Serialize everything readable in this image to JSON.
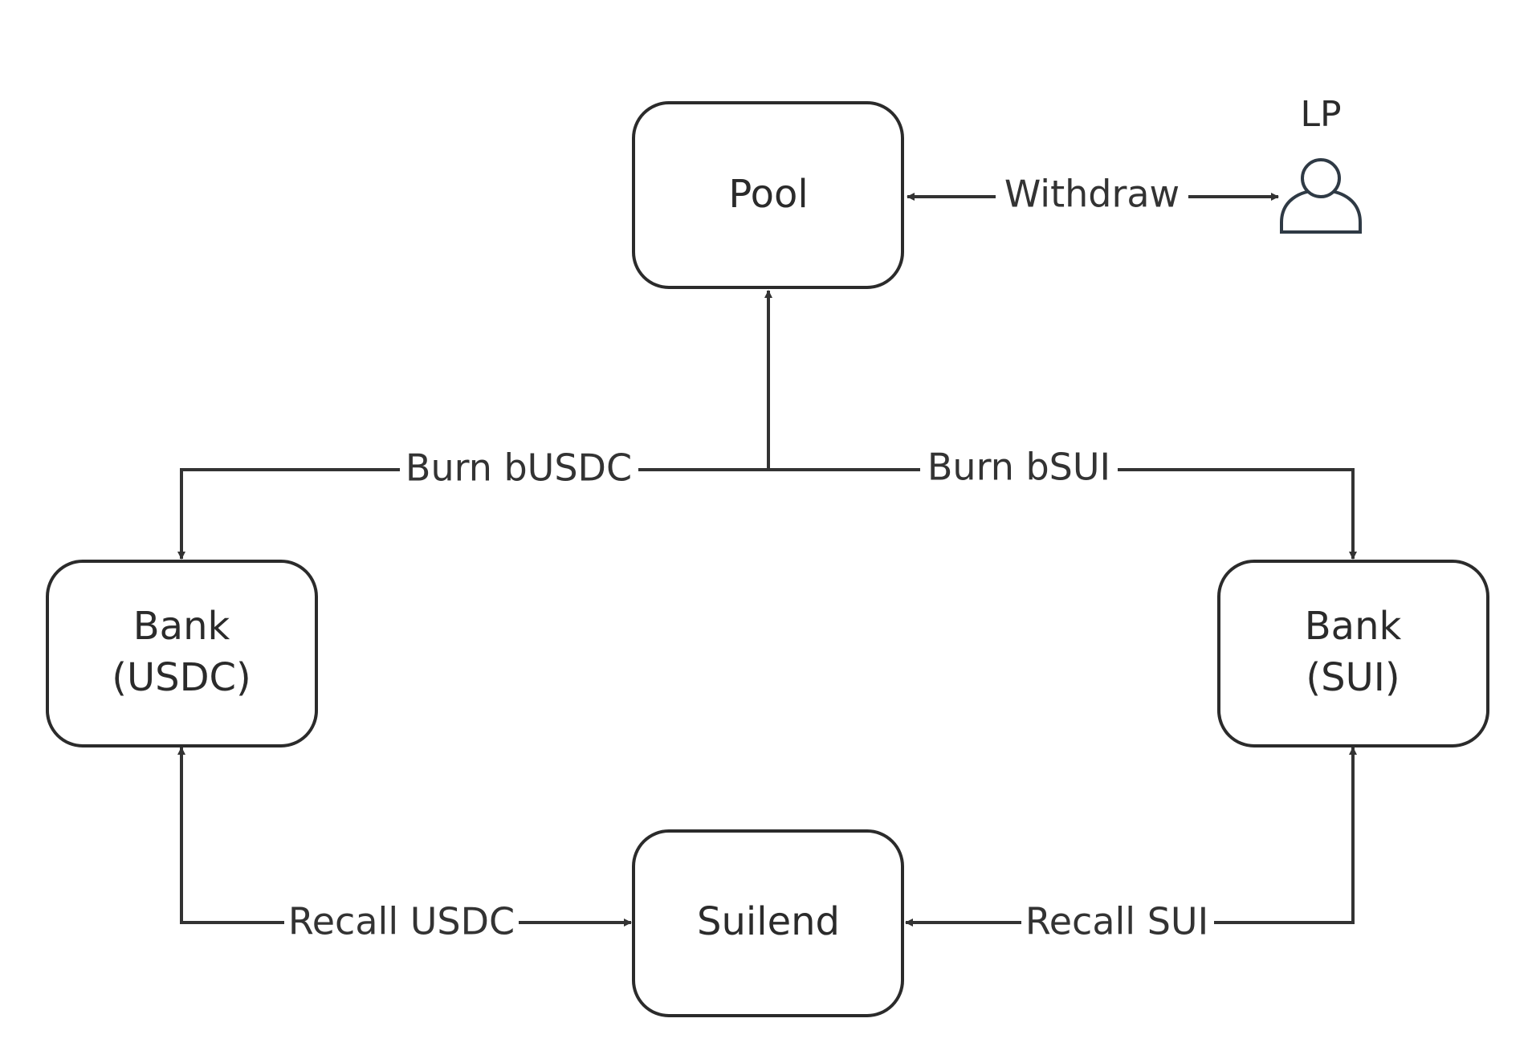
{
  "nodes": {
    "pool": {
      "label": "Pool"
    },
    "bank_usdc": {
      "line1": "Bank",
      "line2": "(USDC)"
    },
    "bank_sui": {
      "line1": "Bank",
      "line2": "(SUI)"
    },
    "suilend": {
      "label": "Suilend"
    }
  },
  "actor": {
    "label": "LP",
    "icon": "user-icon"
  },
  "edges": {
    "withdraw": "Withdraw",
    "burn_busdc": "Burn bUSDC",
    "burn_bsui": "Burn bSUI",
    "recall_usdc": "Recall USDC",
    "recall_sui": "Recall SUI"
  },
  "colors": {
    "stroke": "#2b2b2b",
    "text": "#2b2b2b",
    "actor_stroke": "#2f3a45"
  }
}
